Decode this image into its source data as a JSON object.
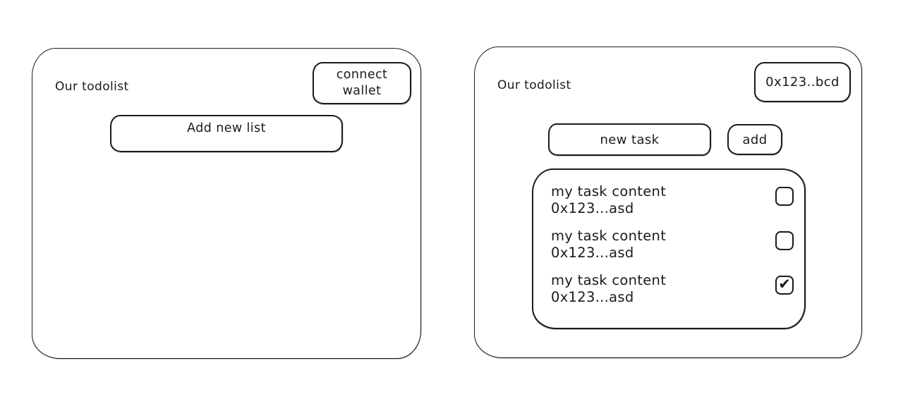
{
  "colors": {
    "ink": "#1b1b1b",
    "background": "#ffffff"
  },
  "left_panel": {
    "title": "Our todolist",
    "connect_wallet_label": "connect wallet",
    "add_list_label": "Add new list"
  },
  "right_panel": {
    "title": "Our todolist",
    "wallet_address": "0x123..bcd",
    "new_task_placeholder": "new task",
    "add_button_label": "add",
    "tasks": [
      {
        "content": "my task content",
        "address": "0x123...asd",
        "checked": false,
        "check_glyph": ""
      },
      {
        "content": "my task content",
        "address": "0x123...asd",
        "checked": false,
        "check_glyph": ""
      },
      {
        "content": "my task content",
        "address": "0x123...asd",
        "checked": true,
        "check_glyph": "✔"
      }
    ]
  }
}
